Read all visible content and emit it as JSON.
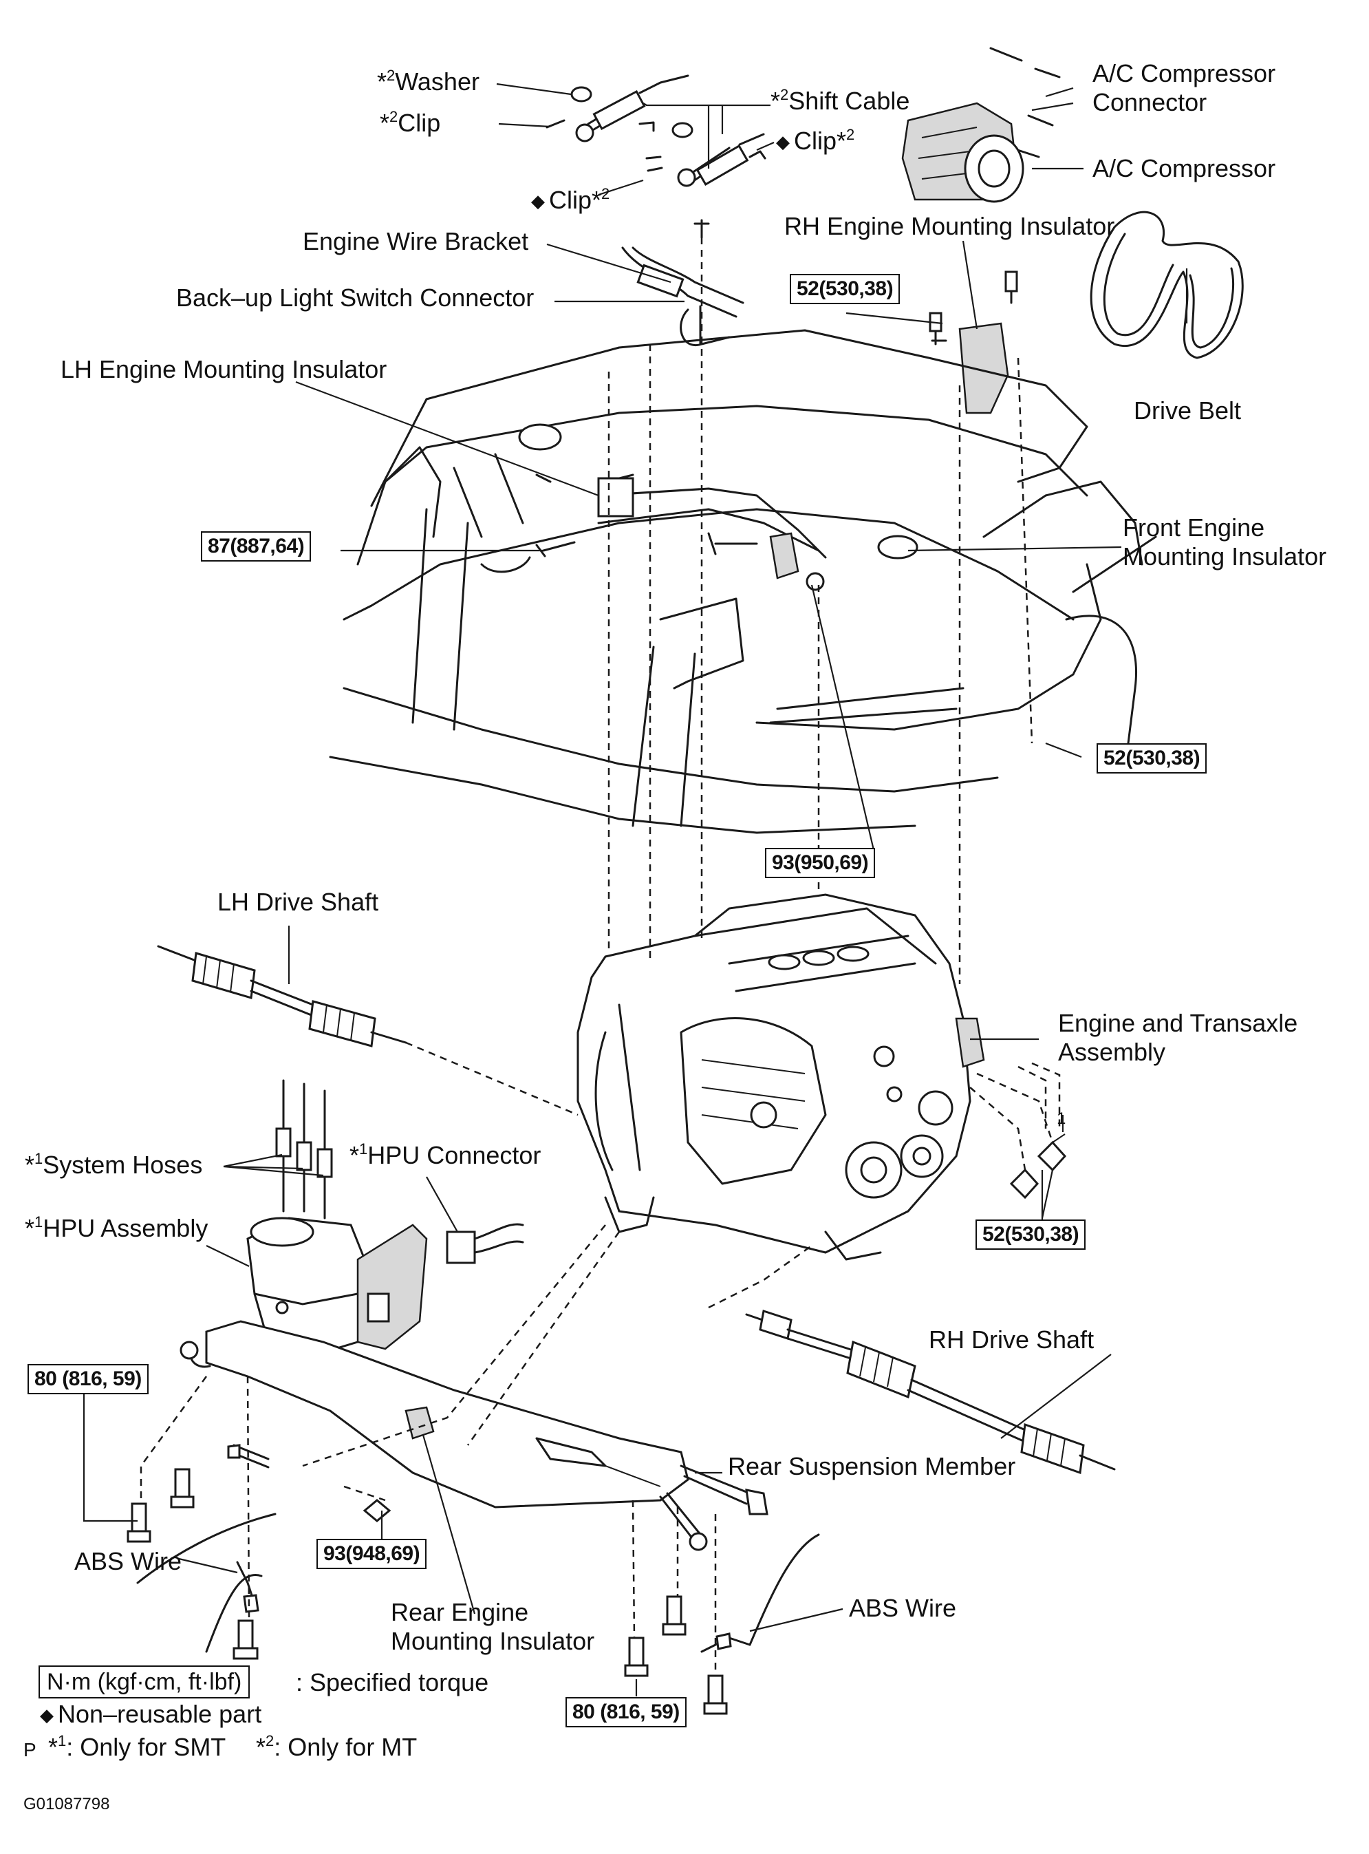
{
  "labels": {
    "washer": {
      "prefix": "*",
      "sup": "2",
      "text": "Washer"
    },
    "clip_top": {
      "prefix": "*",
      "sup": "2",
      "text": "Clip"
    },
    "shift_cable": {
      "prefix": "*",
      "sup": "2",
      "text": "Shift Cable"
    },
    "clip_right": {
      "diamond": "◆",
      "text": "Clip",
      "suffix": "*",
      "sup": "2"
    },
    "clip_center": {
      "diamond": "◆",
      "text": "Clip",
      "suffix": "*",
      "sup": "2"
    },
    "ac_compressor_connector_1": "A/C Compressor",
    "ac_compressor_connector_2": "Connector",
    "ac_compressor": "A/C Compressor",
    "engine_wire_bracket": "Engine Wire Bracket",
    "rh_engine_mounting_insulator": "RH Engine Mounting Insulator",
    "backup_light_switch_connector": "Back–up Light Switch Connector",
    "lh_engine_mounting_insulator": "LH Engine Mounting Insulator",
    "drive_belt": "Drive Belt",
    "front_engine_mounting_insulator_1": "Front Engine",
    "front_engine_mounting_insulator_2": "Mounting Insulator",
    "lh_drive_shaft": "LH Drive Shaft",
    "engine_transaxle_1": "Engine and Transaxle",
    "engine_transaxle_2": "Assembly",
    "system_hoses": {
      "prefix": "*",
      "sup": "1",
      "text": "System Hoses"
    },
    "hpu_connector": {
      "prefix": "*",
      "sup": "1",
      "text": "HPU Connector"
    },
    "hpu_assembly": {
      "prefix": "*",
      "sup": "1",
      "text": "HPU Assembly"
    },
    "rh_drive_shaft": "RH Drive Shaft",
    "rear_suspension_member": "Rear Suspension Member",
    "abs_wire_left": "ABS Wire",
    "abs_wire_right": "ABS Wire",
    "rear_engine_mounting_insulator_1": "Rear Engine",
    "rear_engine_mounting_insulator_2": "Mounting Insulator",
    "callout_1": "1"
  },
  "torques": {
    "t_52_top": "52(530,38)",
    "t_87": "87(887,64)",
    "t_52_right": "52(530,38)",
    "t_93_950": "93(950,69)",
    "t_52_engine": "52(530,38)",
    "t_80_left": "80 (816, 59)",
    "t_93_948": "93(948,69)",
    "t_80_bottom": "80 (816, 59)"
  },
  "legend": {
    "unit_box": "N·m (kgf·cm, ft·lbf)",
    "specified_torque": ": Specified torque",
    "non_reusable": "Non–reusable part",
    "diamond": "◆",
    "p_mark": "P",
    "note1_prefix": "*",
    "note1_sup": "1",
    "note1_text": ": Only for SMT",
    "note2_prefix": "*",
    "note2_sup": "2",
    "note2_text": ": Only for MT"
  },
  "figure_id": "G01087798"
}
